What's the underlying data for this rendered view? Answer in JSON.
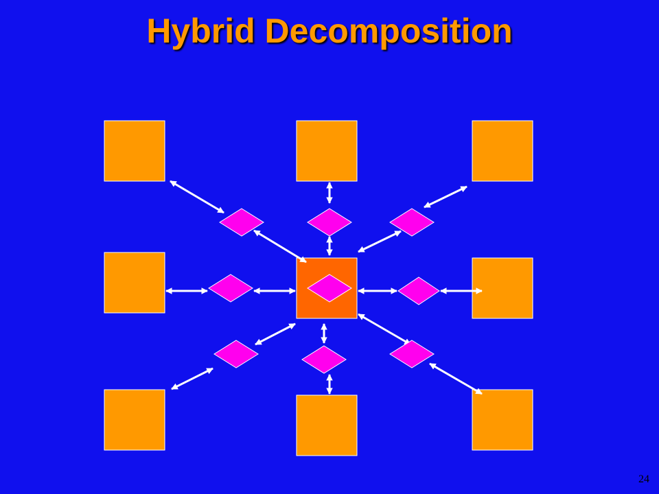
{
  "slide": {
    "title": "Hybrid Decomposition",
    "page_number": "24"
  },
  "colors": {
    "background": "#1010ee",
    "title": "#ff9900",
    "outer_square_fill": "#ff9900",
    "center_square_fill": "#ff6600",
    "diamond_fill": "#ff00ee",
    "arrow": "#ffffff"
  },
  "diagram": {
    "outer_squares": [
      "top-left",
      "top",
      "top-right",
      "left",
      "right",
      "bottom-left",
      "bottom",
      "bottom-right"
    ],
    "center_square": "center",
    "diamonds": [
      "upper-left",
      "upper",
      "upper-right",
      "left",
      "center",
      "right",
      "lower-left",
      "lower",
      "lower-right"
    ],
    "arrow_style": "double-headed"
  }
}
